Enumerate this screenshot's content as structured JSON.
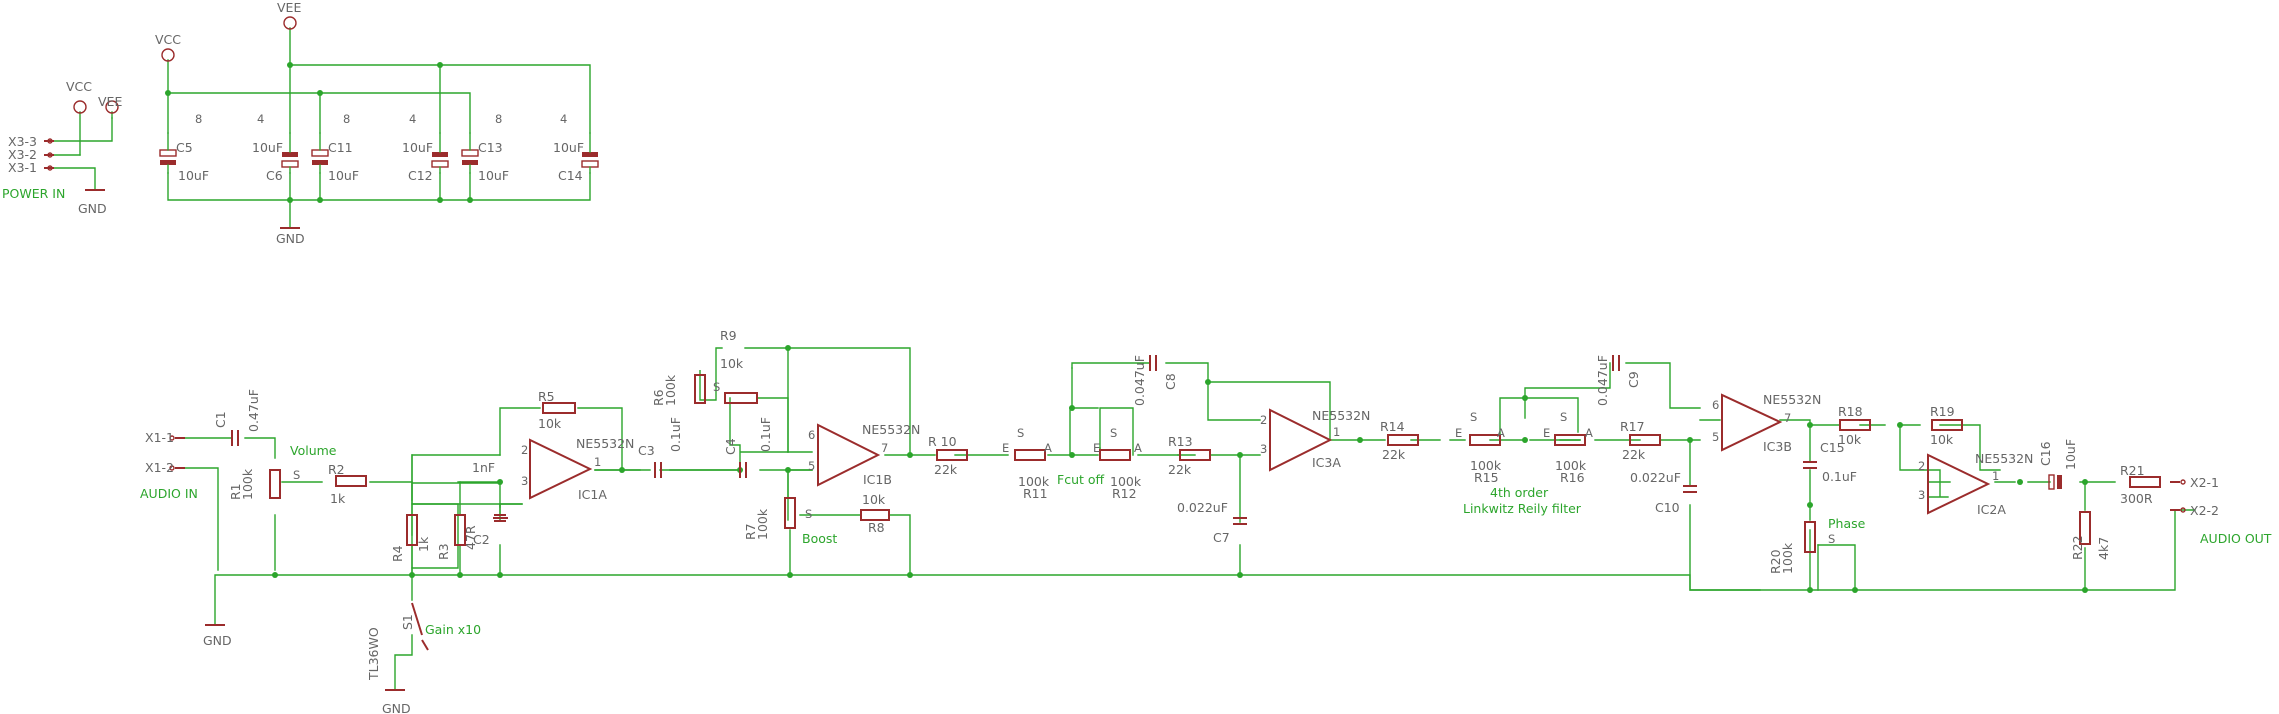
{
  "power": {
    "vcc": "VCC",
    "vee": "VEE",
    "gnd": "GND",
    "x3_3": "X3-3",
    "x3_2": "X3-2",
    "x3_1": "X3-1",
    "title": "POWER IN",
    "pin4": "4",
    "pin8": "8"
  },
  "caps": {
    "c5": "C5",
    "c6": "C6",
    "c11": "C11",
    "c12": "C12",
    "c13": "C13",
    "c14": "C14",
    "v10u": "10uF",
    "c1": "C1",
    "c1v": "0.47uF",
    "c2": "C2",
    "c2v": "1nF",
    "c3": "C3",
    "c3v": "0.1uF",
    "c4": "C4",
    "c4v": "0.1uF",
    "c7": "C7",
    "c7v": "0.022uF",
    "c8": "C8",
    "c8v": "0.047uF",
    "c9": "C9",
    "c9v": "0.047uF",
    "c10": "C10",
    "c10v": "0.022uF",
    "c15": "C15",
    "c15v": "0.1uF",
    "c16": "C16",
    "c16v": "10uF"
  },
  "res": {
    "r1": "R1",
    "r1v": "100k",
    "r2": "R2",
    "r2v": "1k",
    "r3": "R3",
    "r3v": "47R",
    "r4": "R4",
    "r4v": "1k",
    "r5": "R5",
    "r5v": "10k",
    "r6": "R6",
    "r6v": "100k",
    "r7": "R7",
    "r7v": "100k",
    "r8": "R8",
    "r8v": "10k",
    "r9": "R9",
    "r9v": "10k",
    "r10": "R 10",
    "r10v": "22k",
    "r11": "R11",
    "r11v": "100k",
    "r12": "R12",
    "r12v": "100k",
    "r13": "R13",
    "r13v": "22k",
    "r14": "R14",
    "r14v": "22k",
    "r15": "R15",
    "r15v": "100k",
    "r16": "R16",
    "r16v": "100k",
    "r17": "R17",
    "r17v": "22k",
    "r18": "R18",
    "r18v": "10k",
    "r19": "R19",
    "r19v": "10k",
    "r20": "R20",
    "r20v": "100k",
    "r21": "R21",
    "r21v": "300R",
    "r22": "R22",
    "r22v": "4k7"
  },
  "ics": {
    "part": "NE5532N",
    "ic1a": "IC1A",
    "ic1b": "IC1B",
    "ic2a": "IC2A",
    "ic3a": "IC3A",
    "ic3b": "IC3B"
  },
  "io": {
    "x1_1": "X1-1",
    "x1_2": "X1-2",
    "audio_in": "AUDIO IN",
    "x2_1": "X2-1",
    "x2_2": "X2-2",
    "audio_out": "AUDIO OUT",
    "s1": "S1",
    "s1p": "TL36WO",
    "gain": "Gain x10",
    "pot_s": "S",
    "pot_a": "A",
    "pot_e": "E",
    "p1": "1",
    "p2": "2",
    "p3": "3",
    "p5": "5",
    "p6": "6",
    "p7": "7"
  },
  "labels": {
    "volume": "Volume",
    "boost": "Boost",
    "fcut": "Fcut off",
    "filter1": "4th order",
    "filter2": "Linkwitz Reily filter",
    "phase": "Phase"
  }
}
